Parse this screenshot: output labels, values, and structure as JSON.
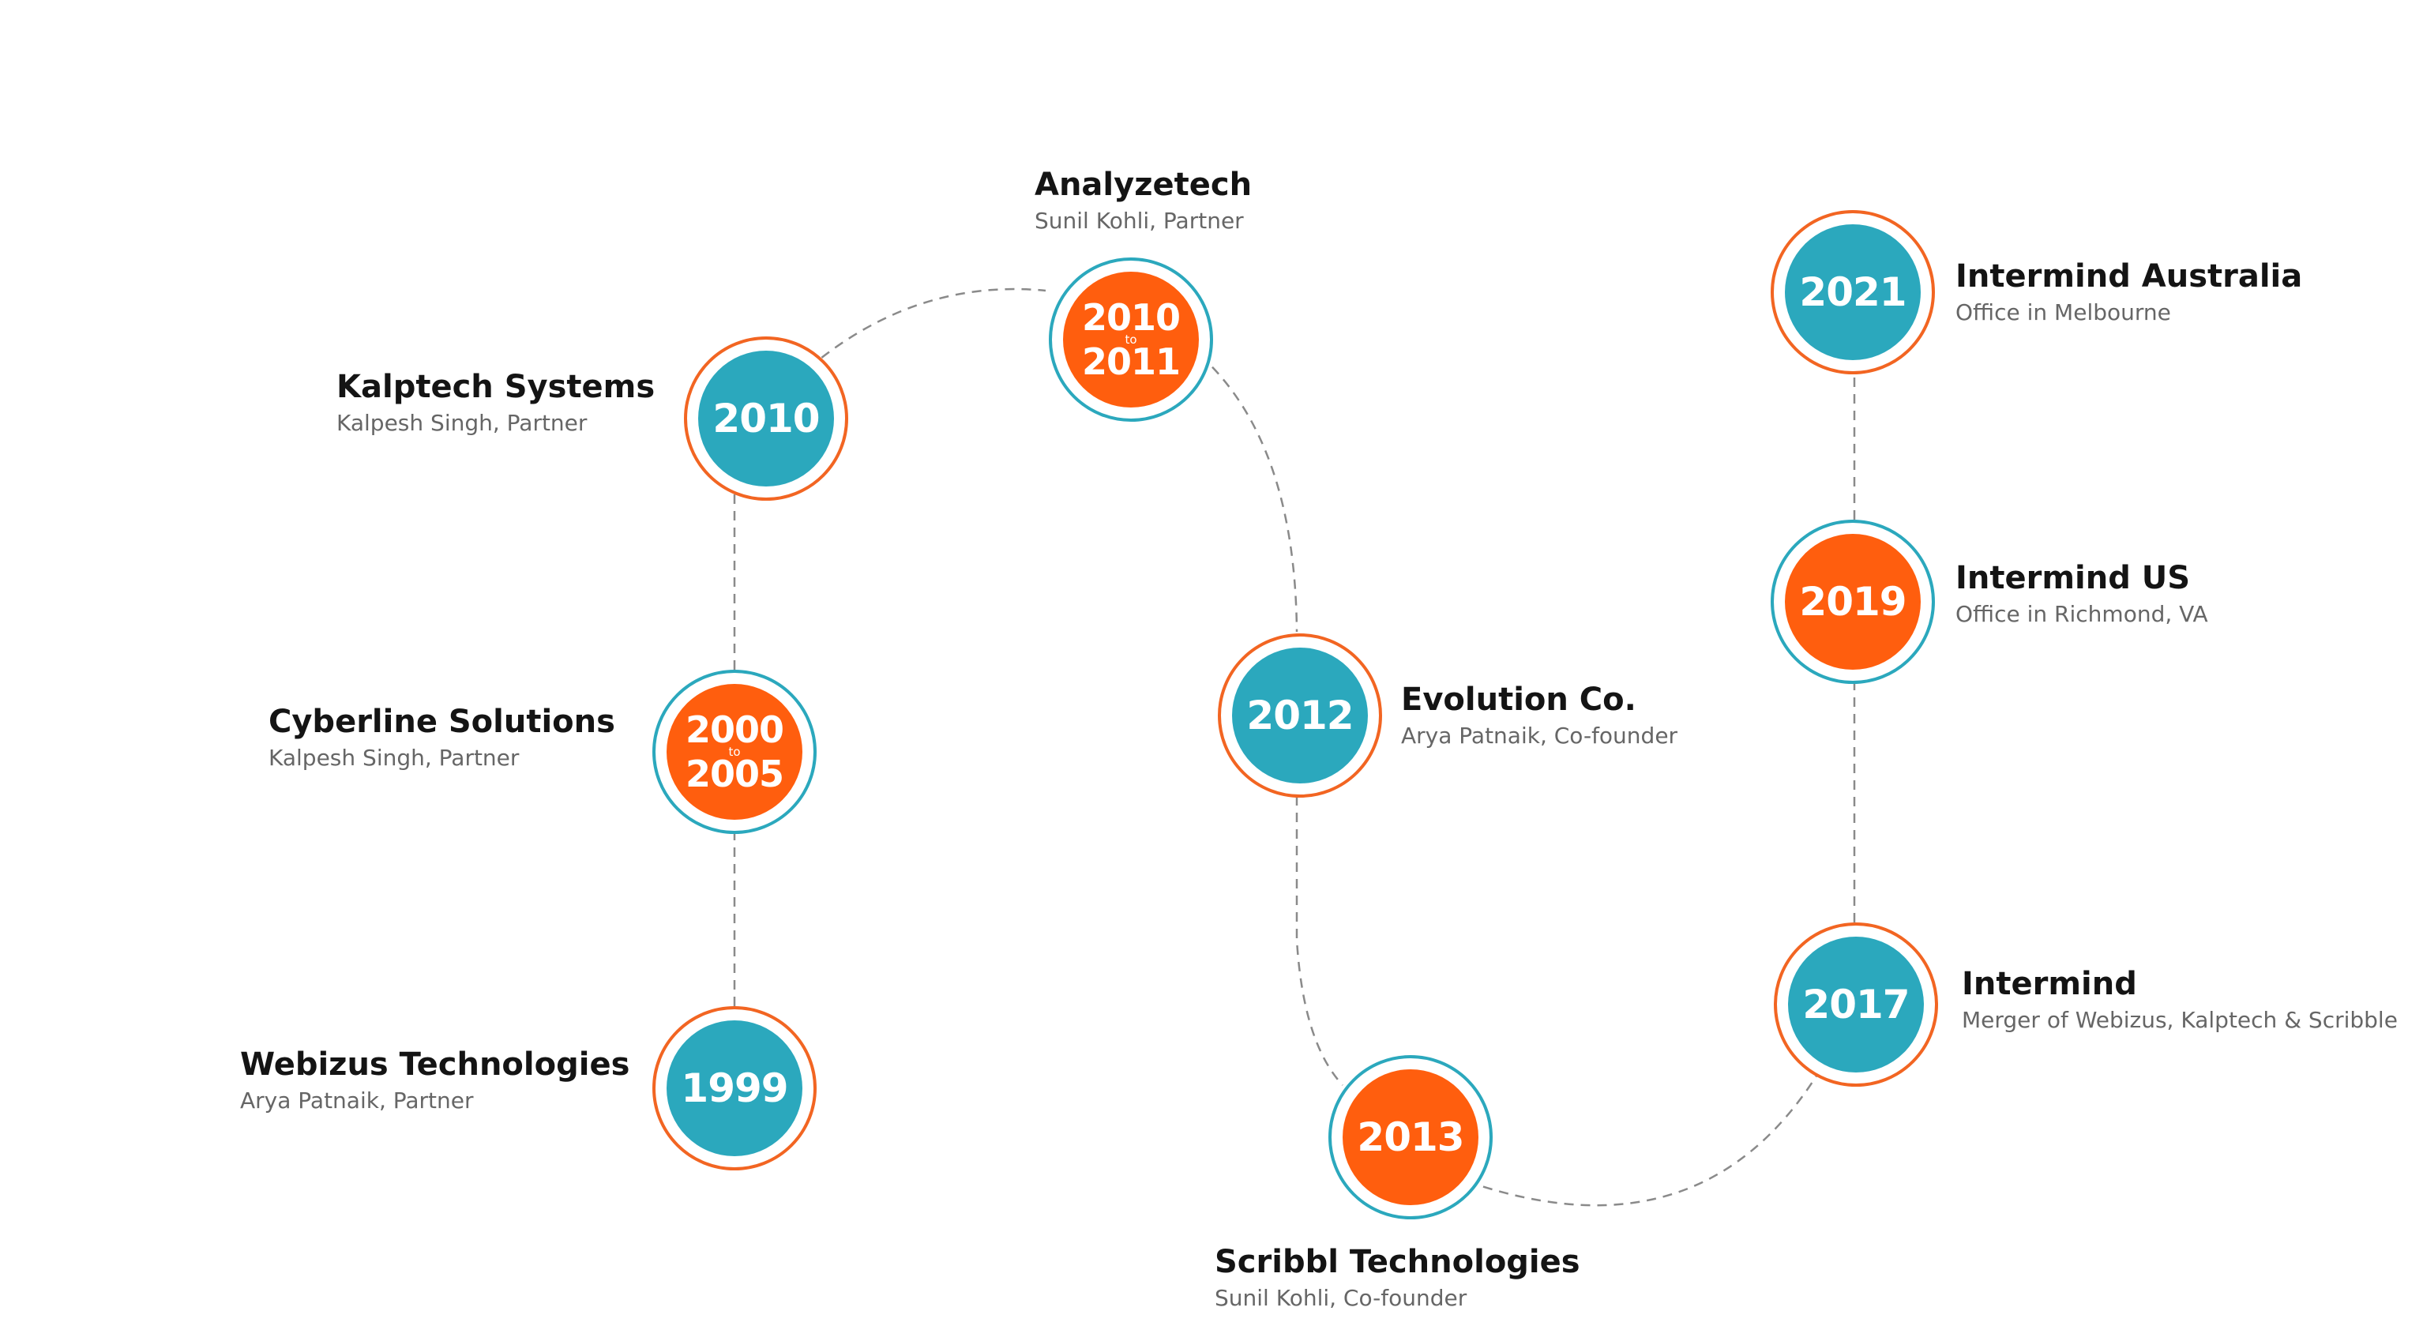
{
  "colors": {
    "teal": "#2ba8bd",
    "orange": "#ff5e0e",
    "ring_orange": "#f26522",
    "connector": "#8a8a8a",
    "title": "#141414",
    "subtitle": "#666666"
  },
  "milestones": [
    {
      "id": "webizus",
      "year": "1999",
      "title": "Webizus Technologies",
      "subtitle": "Arya Patnaik, Partner"
    },
    {
      "id": "cyberline",
      "year_start": "2000",
      "year_sep": "to",
      "year_end": "2005",
      "title": "Cyberline Solutions",
      "subtitle": "Kalpesh Singh, Partner"
    },
    {
      "id": "kalptech",
      "year": "2010",
      "title": "Kalptech Systems",
      "subtitle": "Kalpesh Singh, Partner"
    },
    {
      "id": "analyzetech",
      "year_start": "2010",
      "year_sep": "to",
      "year_end": "2011",
      "title": "Analyzetech",
      "subtitle": "Sunil Kohli, Partner"
    },
    {
      "id": "evolution",
      "year": "2012",
      "title": "Evolution Co.",
      "subtitle": "Arya Patnaik, Co-founder"
    },
    {
      "id": "scribbl",
      "year": "2013",
      "title": "Scribbl Technologies",
      "subtitle": "Sunil Kohli, Co-founder"
    },
    {
      "id": "intermind",
      "year": "2017",
      "title": "Intermind",
      "subtitle": "Merger of Webizus, Kalptech & Scribble"
    },
    {
      "id": "intermind-us",
      "year": "2019",
      "title": "Intermind US",
      "subtitle": "Office in Richmond, VA"
    },
    {
      "id": "intermind-australia",
      "year": "2021",
      "title": "Intermind Australia",
      "subtitle": "Office in Melbourne"
    }
  ]
}
